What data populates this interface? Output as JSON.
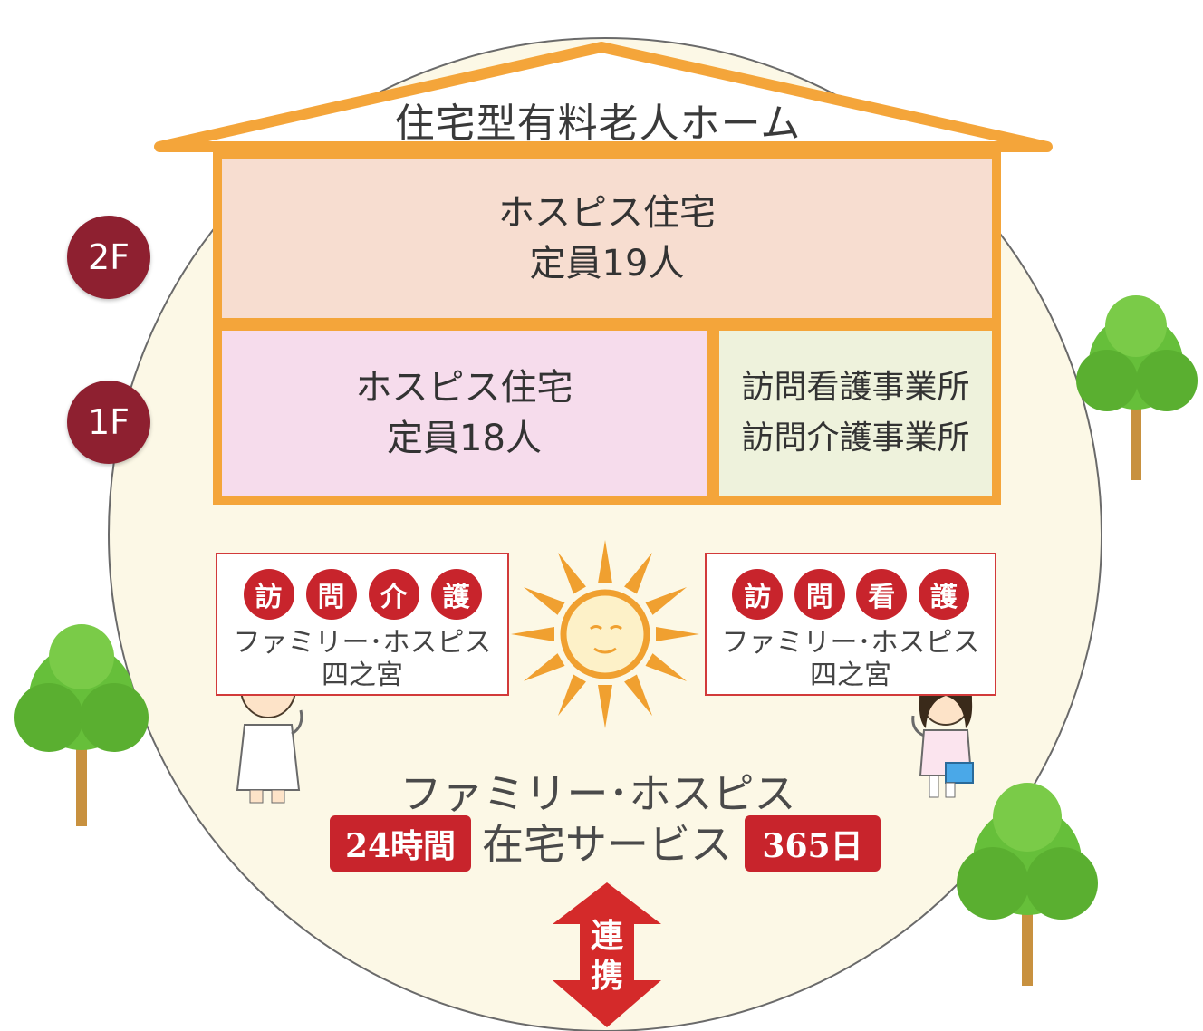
{
  "building_title": "住宅型有料老人ホーム",
  "floors": {
    "f2": {
      "badge": "2F",
      "room": {
        "line1": "ホスピス住宅",
        "line2": "定員19人"
      }
    },
    "f1": {
      "badge": "1F",
      "room_left": {
        "line1": "ホスピス住宅",
        "line2": "定員18人"
      },
      "room_right": {
        "line1": "訪問看護事業所",
        "line2": "訪問介護事業所"
      }
    }
  },
  "services": {
    "left": {
      "chars": [
        "訪",
        "問",
        "介",
        "護"
      ],
      "name_line1": "ファミリー･ホスピス",
      "name_line2": "四之宮"
    },
    "right": {
      "chars": [
        "訪",
        "問",
        "看",
        "護"
      ],
      "name_line1": "ファミリー･ホスピス",
      "name_line2": "四之宮"
    }
  },
  "footer": {
    "org_name": "ファミリー･ホスピス",
    "service_label": "在宅サービス",
    "hours_tag": "24時間",
    "days_tag": "365日"
  },
  "link_arrow": {
    "line1": "連",
    "line2": "携"
  },
  "colors": {
    "circle_fill": "#fcf8e6",
    "circle_outline": "#6a6a6a",
    "house_frame": "#f4a53a",
    "floor2_fill": "#f7ddd0",
    "floor1_left_fill": "#f6dcec",
    "floor1_right_fill": "#eef2dc",
    "badge_dark_red": "#8e2030",
    "service_red": "#c8242c",
    "tree_green": "#66bf3a",
    "tree_trunk": "#c8913f",
    "sun_orange": "#f0a030"
  }
}
